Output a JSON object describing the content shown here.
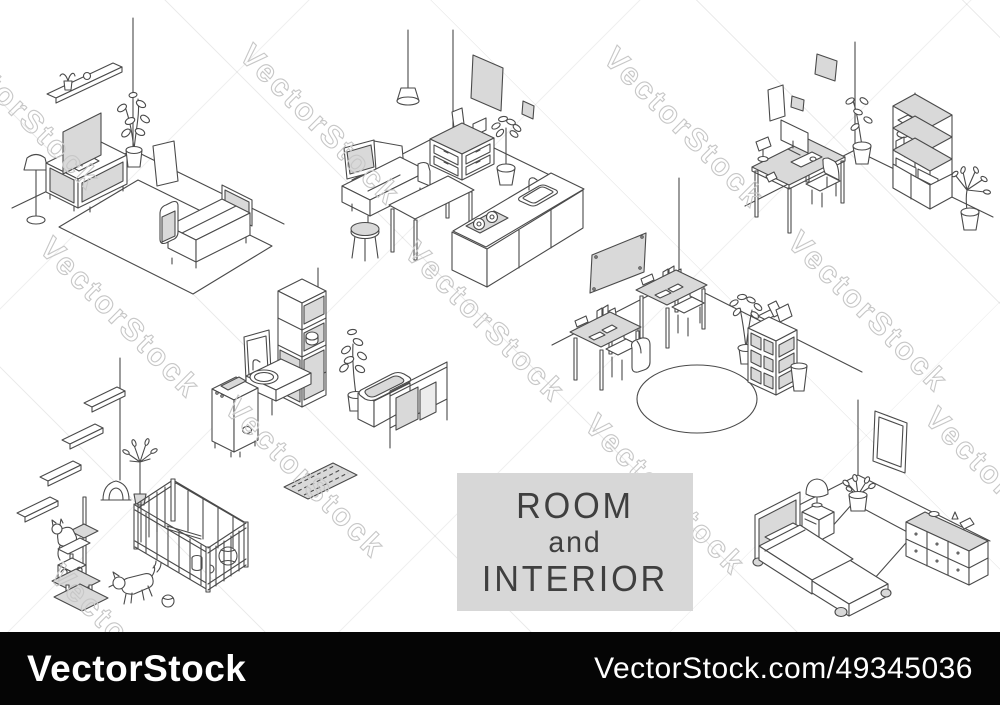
{
  "title_card": {
    "line1": "ROOM",
    "line2": "and",
    "line3": "INTERIOR"
  },
  "watermark": {
    "text": "VectorStock"
  },
  "footer": {
    "brand": "VectorStock",
    "image_ref": "VectorStock.com/49345036"
  },
  "colors": {
    "line": "#4a4a4a",
    "accent_gray": "#d9d9d9",
    "card_bg": "#d7d7d7",
    "card_text": "#3f3f3f",
    "footer_bg": "#000000",
    "footer_text": "#ffffff",
    "watermark": "#c7c7c7"
  },
  "scenes": [
    {
      "name": "living-room",
      "items": [
        "wall-shelf",
        "floor-lamp",
        "tv",
        "tv-stand",
        "potted-plant",
        "picture-frame",
        "rug",
        "sofa"
      ]
    },
    {
      "name": "dining-kitchen",
      "items": [
        "pendant-lamp",
        "wall-art",
        "sofa",
        "dining-table",
        "stool",
        "drawer-chest",
        "potted-plant",
        "kitchen-island"
      ]
    },
    {
      "name": "home-office",
      "items": [
        "wall-frames",
        "desk",
        "monitor",
        "desk-lamp",
        "chair",
        "potted-plant",
        "bookshelf"
      ]
    },
    {
      "name": "study-room",
      "items": [
        "whiteboard",
        "desks",
        "chairs",
        "books",
        "backpack",
        "potted-plant",
        "cube-shelf",
        "trash-bin",
        "oval-rug"
      ]
    },
    {
      "name": "bathroom-laundry",
      "items": [
        "mirror",
        "storage-cabinet",
        "sink-counter",
        "washing-machine",
        "potted-plant",
        "bathtub",
        "towel-rack",
        "bath-mat"
      ]
    },
    {
      "name": "pet-area",
      "items": [
        "cat-wall-steps",
        "cat-house",
        "potted-plant",
        "cat-tree",
        "cat",
        "dog",
        "ball",
        "playpen"
      ]
    },
    {
      "name": "bedroom",
      "items": [
        "picture-frame",
        "potted-plant",
        "nightstand",
        "table-lamp",
        "bed",
        "rug",
        "dresser"
      ]
    }
  ]
}
